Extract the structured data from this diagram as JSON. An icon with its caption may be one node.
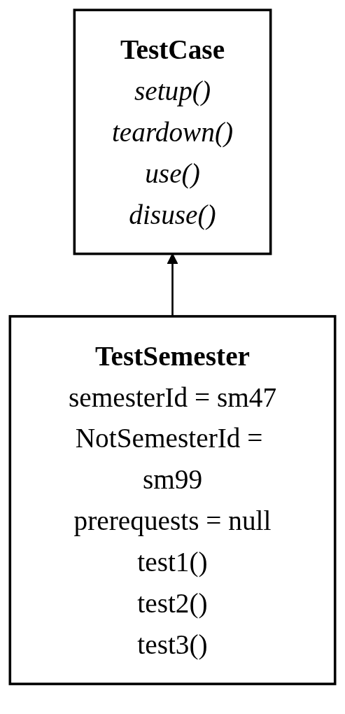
{
  "diagram": {
    "nodes": [
      {
        "text": [
          "TestCase",
          "setup()",
          "teardown()",
          "use()",
          "disuse()"
        ]
      },
      {
        "text": [
          "TestSemester",
          "semesterId = sm47",
          "NotSemesterId = sm99",
          "prerequests = null",
          "test1()",
          "test2()",
          "test3()"
        ]
      }
    ],
    "edges": [
      {
        "from": 1,
        "to": 0,
        "arrow": "to"
      }
    ]
  }
}
